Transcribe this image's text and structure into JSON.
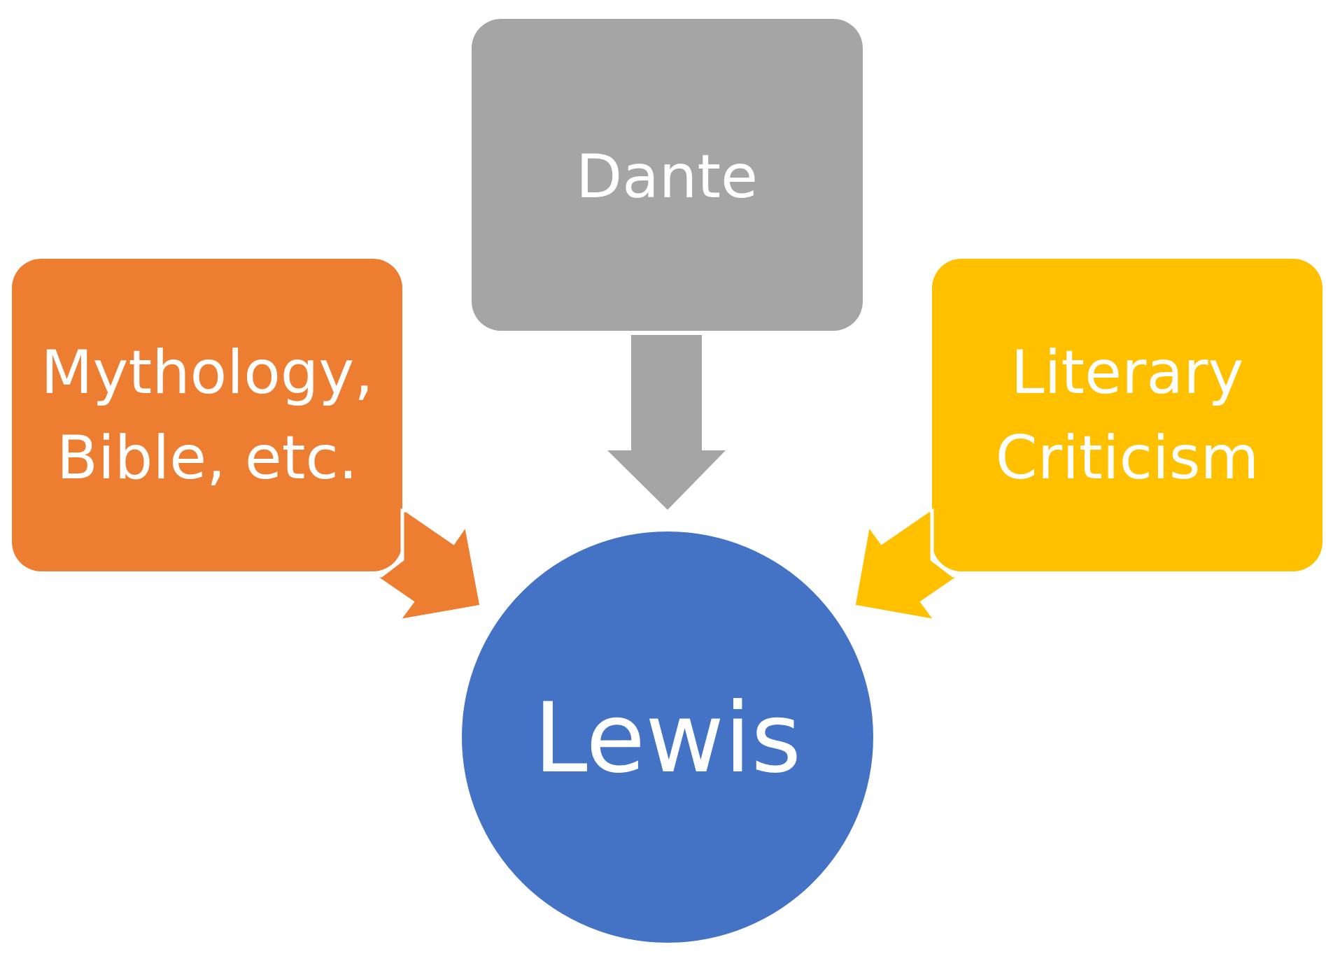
{
  "diagram": {
    "type": "converging-influences",
    "nodes": [
      {
        "id": "dante",
        "lines": [
          "Dante"
        ],
        "color": "#A5A5A5"
      },
      {
        "id": "mythology",
        "lines": [
          "Mythology,",
          "Bible, etc."
        ],
        "color": "#ED7D31"
      },
      {
        "id": "literary",
        "lines": [
          "Literary",
          "Criticism"
        ],
        "color": "#FFC000"
      },
      {
        "id": "lewis",
        "lines": [
          "Lewis"
        ],
        "color": "#4472C4"
      }
    ],
    "edges": [
      {
        "from": "dante",
        "to": "lewis",
        "color": "#A5A5A5"
      },
      {
        "from": "mythology",
        "to": "lewis",
        "color": "#ED7D31"
      },
      {
        "from": "literary",
        "to": "lewis",
        "color": "#FFC000"
      }
    ]
  },
  "labels": {
    "dante": "Dante",
    "mythology_1": "Mythology,",
    "mythology_2": "Bible, etc.",
    "literary_1": "Literary",
    "literary_2": "Criticism",
    "lewis": "Lewis"
  }
}
